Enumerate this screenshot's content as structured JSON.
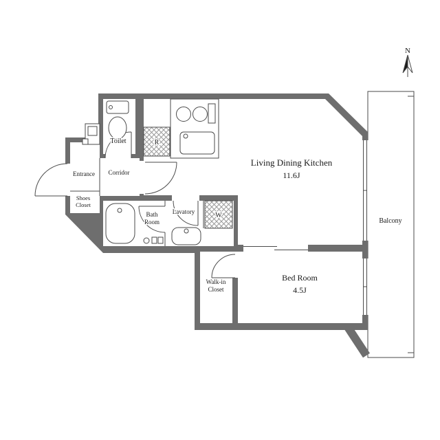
{
  "plan": {
    "labels": {
      "north": "N",
      "toilet": "Toilet",
      "refrigerator": "R",
      "ldk_name": "Living Dining Kitchen",
      "ldk_size": "11.6J",
      "entrance": "Entrance",
      "corridor": "Corridor",
      "shoes_closet_1": "Shoes",
      "shoes_closet_2": "Closet",
      "bath_1": "Bath",
      "bath_2": "Room",
      "lavatory": "Lavatory",
      "washer": "W",
      "balcony": "Balcony",
      "walkin_1": "Walk-in",
      "walkin_2": "Closet",
      "bedroom_name": "Bed Room",
      "bedroom_size": "4.5J"
    },
    "colors": {
      "wall": "#6e6e6e",
      "line": "#4a4a4a",
      "hatch": "#9a9a9a",
      "text": "#1a1a1a",
      "bg": "#ffffff"
    }
  }
}
